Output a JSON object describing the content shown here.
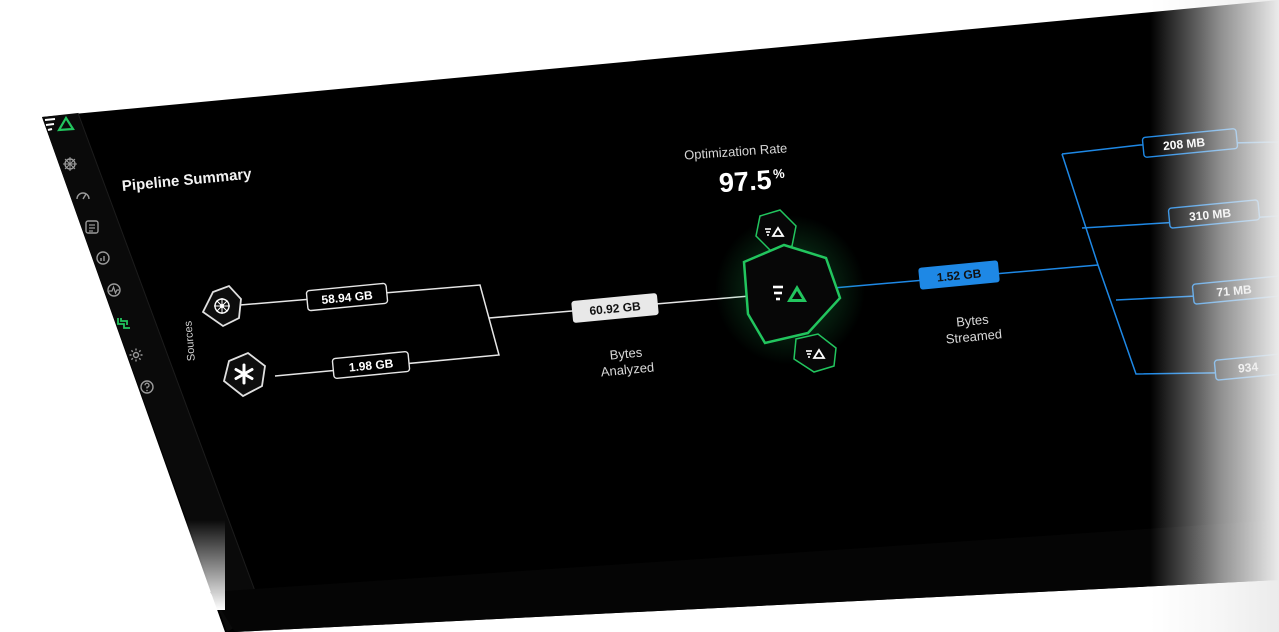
{
  "page": {
    "title": "Pipeline Summary",
    "sources_label": "Sources"
  },
  "sidebar": {
    "items": [
      {
        "name": "kubernetes",
        "icon": "helm-wheel-icon"
      },
      {
        "name": "dashboard",
        "icon": "gauge-icon"
      },
      {
        "name": "logs",
        "icon": "list-icon"
      },
      {
        "name": "analytics",
        "icon": "chart-icon"
      },
      {
        "name": "monitoring",
        "icon": "activity-icon"
      },
      {
        "name": "pipelines",
        "icon": "pipeline-icon",
        "active": true
      },
      {
        "name": "settings",
        "icon": "gear-icon"
      },
      {
        "name": "help",
        "icon": "help-icon"
      }
    ]
  },
  "optimization": {
    "label": "Optimization Rate",
    "value": "97.5",
    "unit": "%"
  },
  "sources": [
    {
      "icon": "kubernetes-icon",
      "bytes": "58.94 GB"
    },
    {
      "icon": "asterisk-icon",
      "bytes": "1.98 GB"
    }
  ],
  "analyzed": {
    "bytes": "60.92 GB",
    "label_line1": "Bytes",
    "label_line2": "Analyzed"
  },
  "streamed": {
    "bytes": "1.52 GB",
    "label_line1": "Bytes",
    "label_line2": "Streamed"
  },
  "destinations": [
    {
      "bytes": "208 MB"
    },
    {
      "bytes": "310 MB"
    },
    {
      "bytes": "71 MB"
    },
    {
      "bytes": "934"
    }
  ],
  "colors": {
    "accent_green": "#22c55e",
    "accent_blue": "#1e88e5",
    "background": "#000000"
  }
}
